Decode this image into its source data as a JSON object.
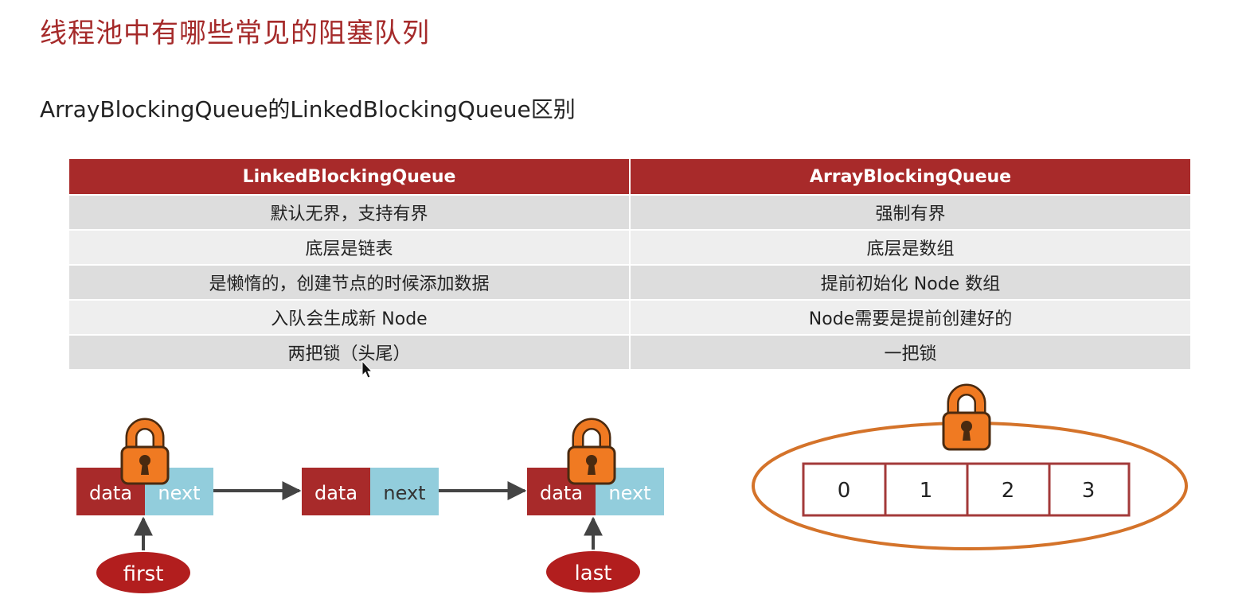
{
  "title": "线程池中有哪些常见的阻塞队列",
  "subtitle": "ArrayBlockingQueue的LinkedBlockingQueue区别",
  "table": {
    "headers": [
      "LinkedBlockingQueue",
      "ArrayBlockingQueue"
    ],
    "rows": [
      [
        "默认无界，支持有界",
        "强制有界"
      ],
      [
        "底层是链表",
        "底层是数组"
      ],
      [
        "是懒惰的，创建节点的时候添加数据",
        "提前初始化 Node 数组"
      ],
      [
        "入队会生成新 Node",
        "Node需要是提前创建好的"
      ],
      [
        "两把锁（头尾）",
        "一把锁"
      ]
    ]
  },
  "linked_diagram": {
    "nodes": [
      {
        "data_label": "data",
        "next_label": "next"
      },
      {
        "data_label": "data",
        "next_label": "next"
      },
      {
        "data_label": "data",
        "next_label": "next"
      }
    ],
    "head_pointer": "first",
    "tail_pointer": "last"
  },
  "array_diagram": {
    "cells": [
      "0",
      "1",
      "2",
      "3"
    ]
  },
  "colors": {
    "accent": "#a82a2a",
    "node_data": "#a82a2a",
    "node_next": "#92cddc",
    "lock": "#f07a22",
    "ellipse": "#d4732a",
    "arrow": "#444444"
  }
}
